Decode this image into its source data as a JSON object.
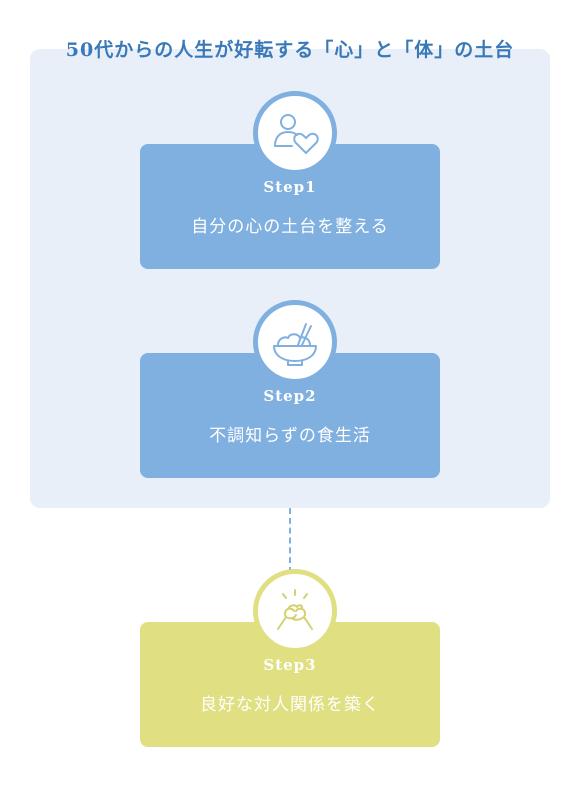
{
  "title": "50代からの人生が好転する「心」と「体」の土台",
  "steps": [
    {
      "label": "Step1",
      "text": "自分の心の土台を整える",
      "icon": "person-heart-icon"
    },
    {
      "label": "Step2",
      "text": "不調知らずの食生活",
      "icon": "rice-bowl-chopsticks-icon"
    },
    {
      "label": "Step3",
      "text": "良好な対人関係を築く",
      "icon": "handshake-icon"
    }
  ],
  "colors": {
    "blue": "#80b0e0",
    "yellow": "#e0df82",
    "title": "#3a79b9",
    "panel": "#e8eff8"
  }
}
